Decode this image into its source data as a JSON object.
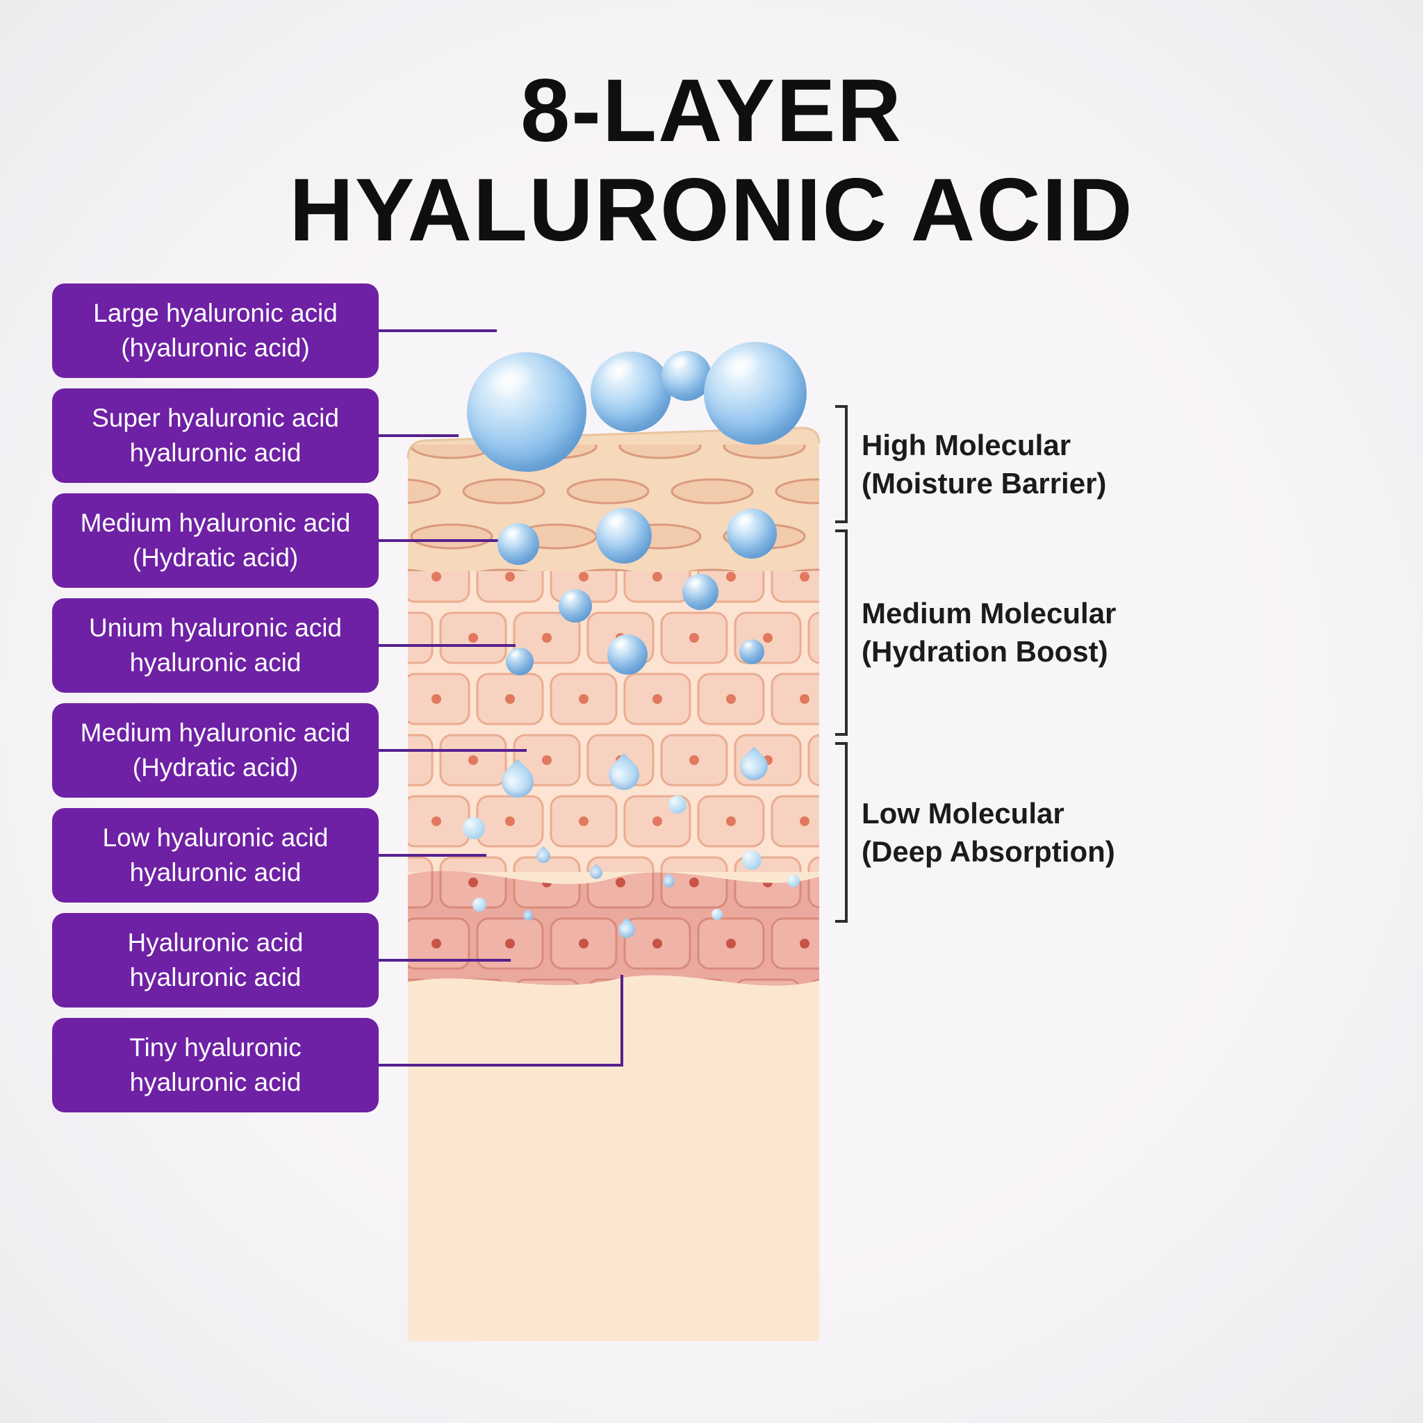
{
  "title": {
    "line1": "8-LAYER",
    "line2": "HYALURONIC ACID"
  },
  "left_labels": [
    {
      "line1": "Large hyaluronic acid",
      "line2": "(hyaluronic acid)"
    },
    {
      "line1": "Super hyaluronic acid",
      "line2": "hyaluronic acid"
    },
    {
      "line1": "Medium hyaluronic acid",
      "line2": "(Hydratic acid)"
    },
    {
      "line1": "Unium hyaluronic acid",
      "line2": "hyaluronic acid"
    },
    {
      "line1": "Medium hyaluronic acid",
      "line2": "(Hydratic acid)"
    },
    {
      "line1": "Low hyaluronic acid",
      "line2": "hyaluronic acid"
    },
    {
      "line1": "Hyaluronic acid",
      "line2": "hyaluronic acid"
    },
    {
      "line1": "Tiny hyaluronic",
      "line2": "hyaluronic acid"
    }
  ],
  "right_labels": [
    {
      "line1": "High Molecular",
      "line2": "(Moisture Barrier)"
    },
    {
      "line1": "Medium Molecular",
      "line2": "(Hydration Boost)"
    },
    {
      "line1": "Low Molecular",
      "line2": "(Deep Absorption)"
    }
  ],
  "colors": {
    "box_purple": "#6e21a4",
    "connector_purple": "#55208f",
    "bubble_blue": "#6fa9de",
    "skin_base": "#f6d8bb",
    "skin_pink_band": "#eba99d",
    "bracket_color": "#2d2d2d",
    "title_color": "#0f0f0f"
  }
}
